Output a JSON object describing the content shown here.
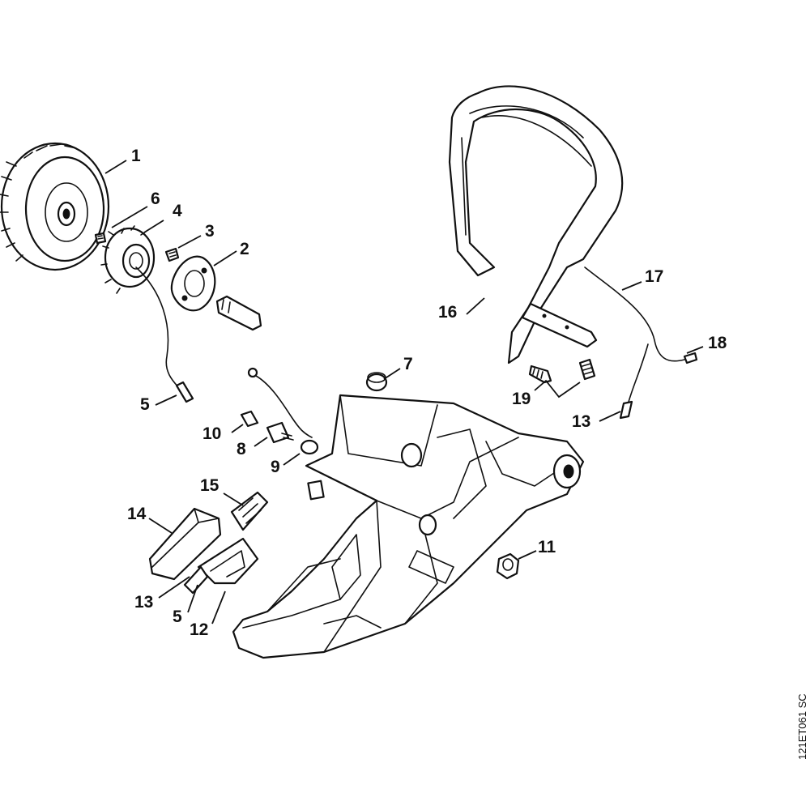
{
  "diagram": {
    "drawing_code": "121ET061 SC",
    "callouts": {
      "c1": "1",
      "c2": "2",
      "c3": "3",
      "c4": "4",
      "c5a": "5",
      "c5b": "5",
      "c6": "6",
      "c7": "7",
      "c8": "8",
      "c9": "9",
      "c10": "10",
      "c11": "11",
      "c12": "12",
      "c13a": "13",
      "c13b": "13",
      "c14": "14",
      "c15": "15",
      "c16": "16",
      "c17": "17",
      "c18": "18",
      "c19": "19"
    }
  },
  "colors": {
    "ink": "#111111",
    "paper": "#ffffff"
  }
}
